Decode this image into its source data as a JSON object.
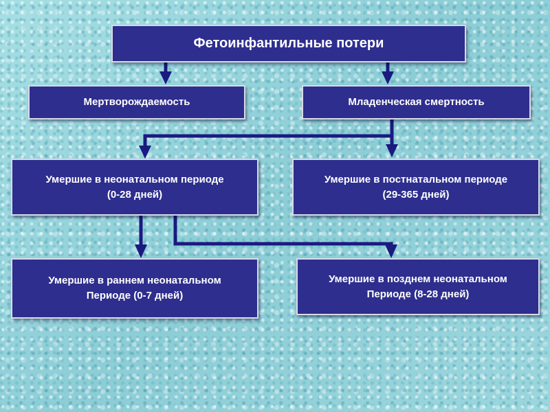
{
  "diagram": {
    "root": {
      "label": "Фетоинфантильные потери"
    },
    "stillbirth": {
      "label": "Мертворождаемость"
    },
    "infant_mortality": {
      "label": "Младенческая смертность"
    },
    "neonatal": {
      "line1": "Умершие в неонатальном периоде",
      "line2": "(0-28 дней)"
    },
    "postneonatal": {
      "line1": "Умершие в постнатальном периоде",
      "line2": "(29-365 дней)"
    },
    "early_neonatal": {
      "line1": "Умершие в раннем неонатальном",
      "line2": "Периоде (0-7 дней)"
    },
    "late_neonatal": {
      "line1": "Умершие в позднем неонатальном",
      "line2": "Периоде (8-28 дней)"
    }
  },
  "colors": {
    "box_fill": "#2e2e8e",
    "box_border": "#d9dbe8",
    "connector": "#1a1a80",
    "text": "#ffffff",
    "background": "#8fcfd6"
  }
}
